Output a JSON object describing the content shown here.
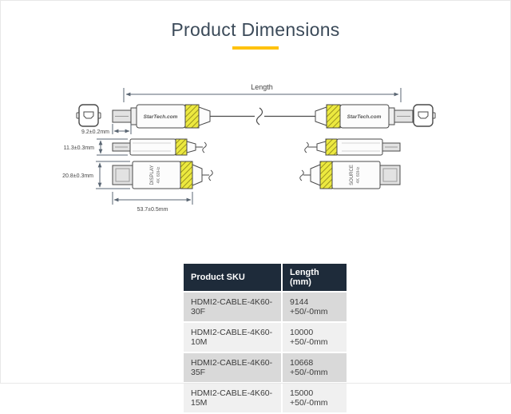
{
  "page": {
    "title": "Product Dimensions"
  },
  "diagram": {
    "length_label": "Length",
    "brand_left": "StarTech.com",
    "brand_right": "StarTech.com",
    "dim_plug_length": "9.2±0.2mm",
    "dim_connector_height": "11.3±0.3mm",
    "dim_connector_width": "20.8±0.3mm",
    "dim_connector_length": "53.7±0.5mm",
    "left_connector_label": "DISPLAY",
    "left_connector_sublabel": "4K 60Hz",
    "right_connector_label": "SOURCE",
    "right_connector_sublabel": "4K 60Hz"
  },
  "table": {
    "headers": [
      "Product SKU",
      "Length (mm)"
    ],
    "rows": [
      [
        "HDMI2-CABLE-4K60-30F",
        "9144 +50/-0mm"
      ],
      [
        "HDMI2-CABLE-4K60-10M",
        "10000 +50/-0mm"
      ],
      [
        "HDMI2-CABLE-4K60-35F",
        "10668 +50/-0mm"
      ],
      [
        "HDMI2-CABLE-4K60-15M",
        "15000 +50/-0mm"
      ]
    ]
  },
  "colors": {
    "accent_yellow": "#ffc20e",
    "title_text": "#3b4a59",
    "table_header_bg": "#1e2b3a",
    "row_dark": "#d9d9d9",
    "row_light": "#f0f0f0",
    "connector_band_yellow": "#ece93f"
  }
}
